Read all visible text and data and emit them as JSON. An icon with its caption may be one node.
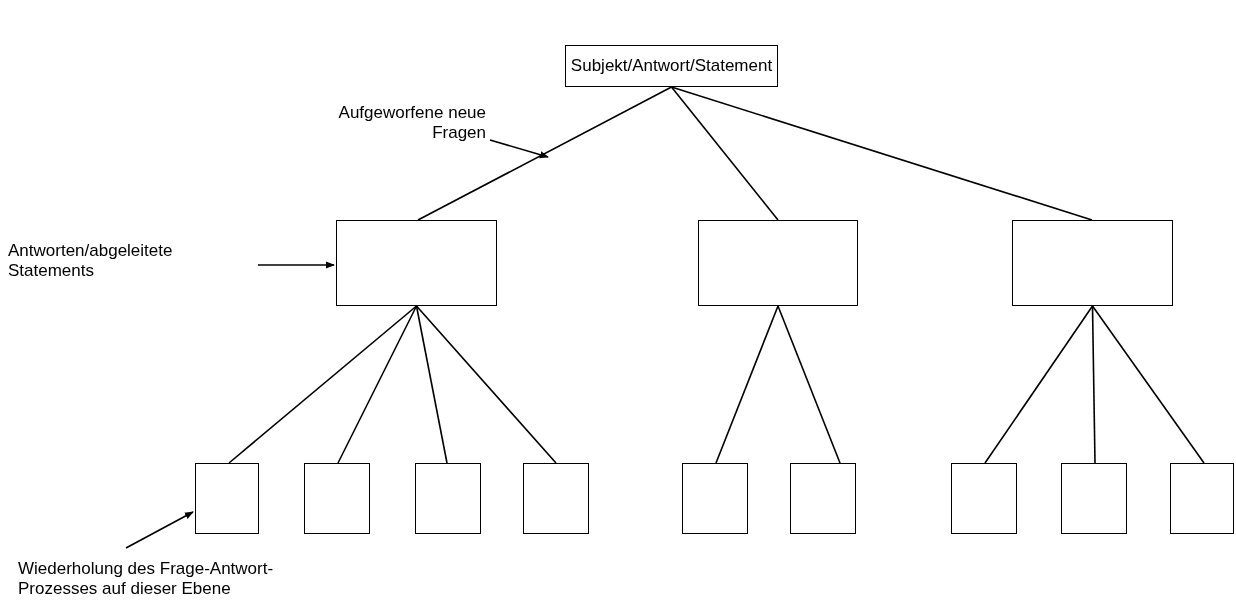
{
  "diagram": {
    "nodes": [
      {
        "text": [
          "Subjekt/Antwort/Statement"
        ]
      },
      {
        "text": [
          "Aufgeworfene neue Fragen"
        ]
      },
      {
        "text": [
          "Antworten/abgeleitete Statements"
        ]
      },
      {
        "text": [],
        "shape": "box"
      },
      {
        "text": [],
        "shape": "box"
      },
      {
        "text": [],
        "shape": "box"
      },
      {
        "text": [],
        "shape": "box"
      },
      {
        "text": [],
        "shape": "box"
      },
      {
        "text": [],
        "shape": "box"
      },
      {
        "text": [],
        "shape": "box"
      },
      {
        "text": [],
        "shape": "box"
      },
      {
        "text": [],
        "shape": "box"
      },
      {
        "text": [],
        "shape": "box"
      },
      {
        "text": [],
        "shape": "box"
      },
      {
        "text": [],
        "shape": "box"
      },
      {
        "text": [
          "Wiederholung des Frage-Antwort-Prozesses auf dieser Ebene"
        ]
      }
    ],
    "edges": [
      {
        "from": 0,
        "to": 3,
        "arrow": "none"
      },
      {
        "from": 0,
        "to": 4,
        "arrow": "none"
      },
      {
        "from": 0,
        "to": 5,
        "arrow": "none"
      },
      {
        "from": 3,
        "to": 6,
        "arrow": "none"
      },
      {
        "from": 3,
        "to": 7,
        "arrow": "none"
      },
      {
        "from": 3,
        "to": 8,
        "arrow": "none"
      },
      {
        "from": 3,
        "to": 9,
        "arrow": "none"
      },
      {
        "from": 4,
        "to": 10,
        "arrow": "none"
      },
      {
        "from": 4,
        "to": 11,
        "arrow": "none"
      },
      {
        "from": 5,
        "to": 12,
        "arrow": "none"
      },
      {
        "from": 5,
        "to": 13,
        "arrow": "none"
      },
      {
        "from": 5,
        "to": 14,
        "arrow": "none"
      },
      {
        "from": 1,
        "to": null,
        "arrow": "to"
      },
      {
        "from": 2,
        "to": 3,
        "arrow": "to"
      },
      {
        "from": 15,
        "to": 6,
        "arrow": "to"
      }
    ]
  }
}
